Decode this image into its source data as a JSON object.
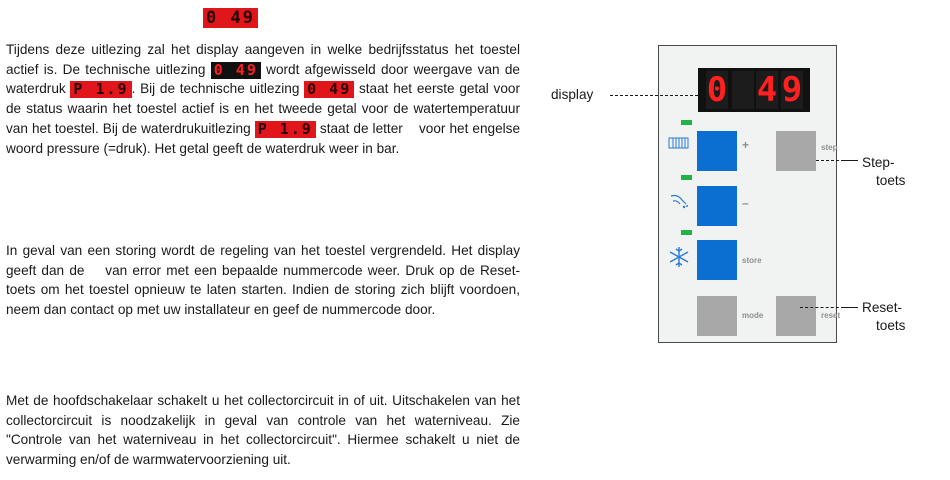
{
  "top_readout": "0 49",
  "paragraph1": {
    "t1": "Tijdens deze uitlezing zal het display aangeven in welke bedrijfsstatus het toestel actief is. De technische uitlezing",
    "seg1": "0 49",
    "t2": "wordt afgewisseld door weergave van de waterdruk",
    "seg2": "P 1.9",
    "t3": ". Bij de technische uitlezing",
    "seg3": "0 49",
    "t4": "staat het eerste getal voor de status waarin het toestel actief is en het tweede getal voor de watertemperatuur van het toestel. Bij de waterdrukuitlezing",
    "seg4": "P 1.9",
    "t5": "staat de letter",
    "t6": "voor het engelse woord pressure (=druk). Het getal geeft de waterdruk weer in bar."
  },
  "paragraph2": {
    "t1": "In geval van een storing wordt de regeling van het toestel vergrendeld. Het display geeft dan de",
    "t2": "van error met een bepaalde nummercode weer. Druk op de Reset-toets om het toestel opnieuw te laten starten. Indien de storing zich blijft voordoen, neem dan contact op met uw installateur en geef de nummercode door."
  },
  "paragraph3": "Met de hoofdschakelaar schakelt u het collectorcircuit in of uit. Uitschakelen van het collectorcircuit is noodzakelijk in geval van controle van het waterniveau. Zie \"Controle van het waterniveau in het collectorcircuit\". Hiermee schakelt u niet de verwarming en/of de warmwatervoorziening uit.",
  "panel": {
    "display_digits": [
      "0",
      "",
      "4",
      "9"
    ],
    "labels": {
      "plus": "+",
      "minus": "–",
      "step": "step",
      "store": "store",
      "mode": "mode",
      "reset": "reset"
    },
    "icons": [
      "radiator-icon",
      "tap-water-icon",
      "snowflake-icon"
    ]
  },
  "callouts": {
    "display": "display",
    "step_1": "Step-",
    "step_2": "toets",
    "reset_1": "Reset-",
    "reset_2": "toets"
  },
  "colors": {
    "blue_button": "#0a6fd0",
    "grey_button": "#a8a8a8",
    "led_green": "#21b34a",
    "display_red": "#ff2020"
  }
}
